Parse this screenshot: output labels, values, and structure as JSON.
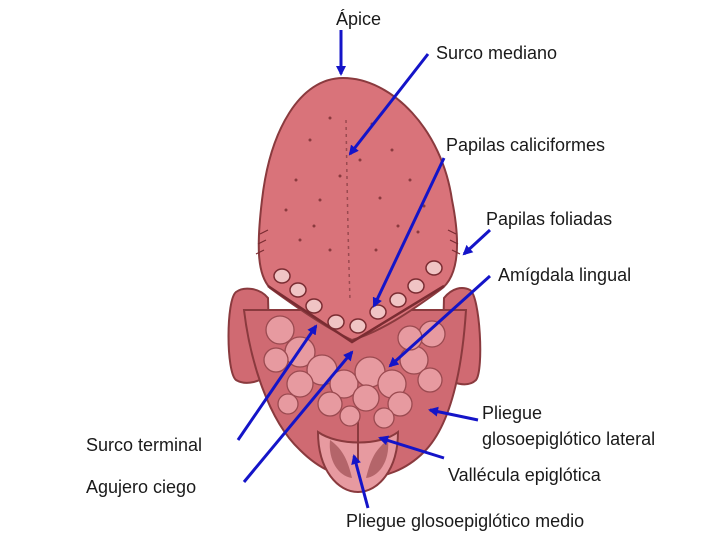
{
  "labels": {
    "apice": "Ápice",
    "surco_mediano": "Surco mediano",
    "papilas_caliciformes": "Papilas caliciformes",
    "papilas_foliadas": "Papilas foliadas",
    "amigdala_lingual": "Amígdala lingual",
    "pliegue_lateral_1": "Pliegue",
    "pliegue_lateral_2": "glosoepiglótico lateral",
    "surco_terminal": "Surco terminal",
    "agujero_ciego": "Agujero ciego",
    "vallecula": "Vallécula epiglótica",
    "pliegue_medio": "Pliegue glosoepiglótico medio"
  },
  "colors": {
    "tongue": "#d9737a",
    "tongue_dark": "#8a3a3e",
    "tonsil": "#e7a0a4",
    "arrow": "#1414c8"
  }
}
